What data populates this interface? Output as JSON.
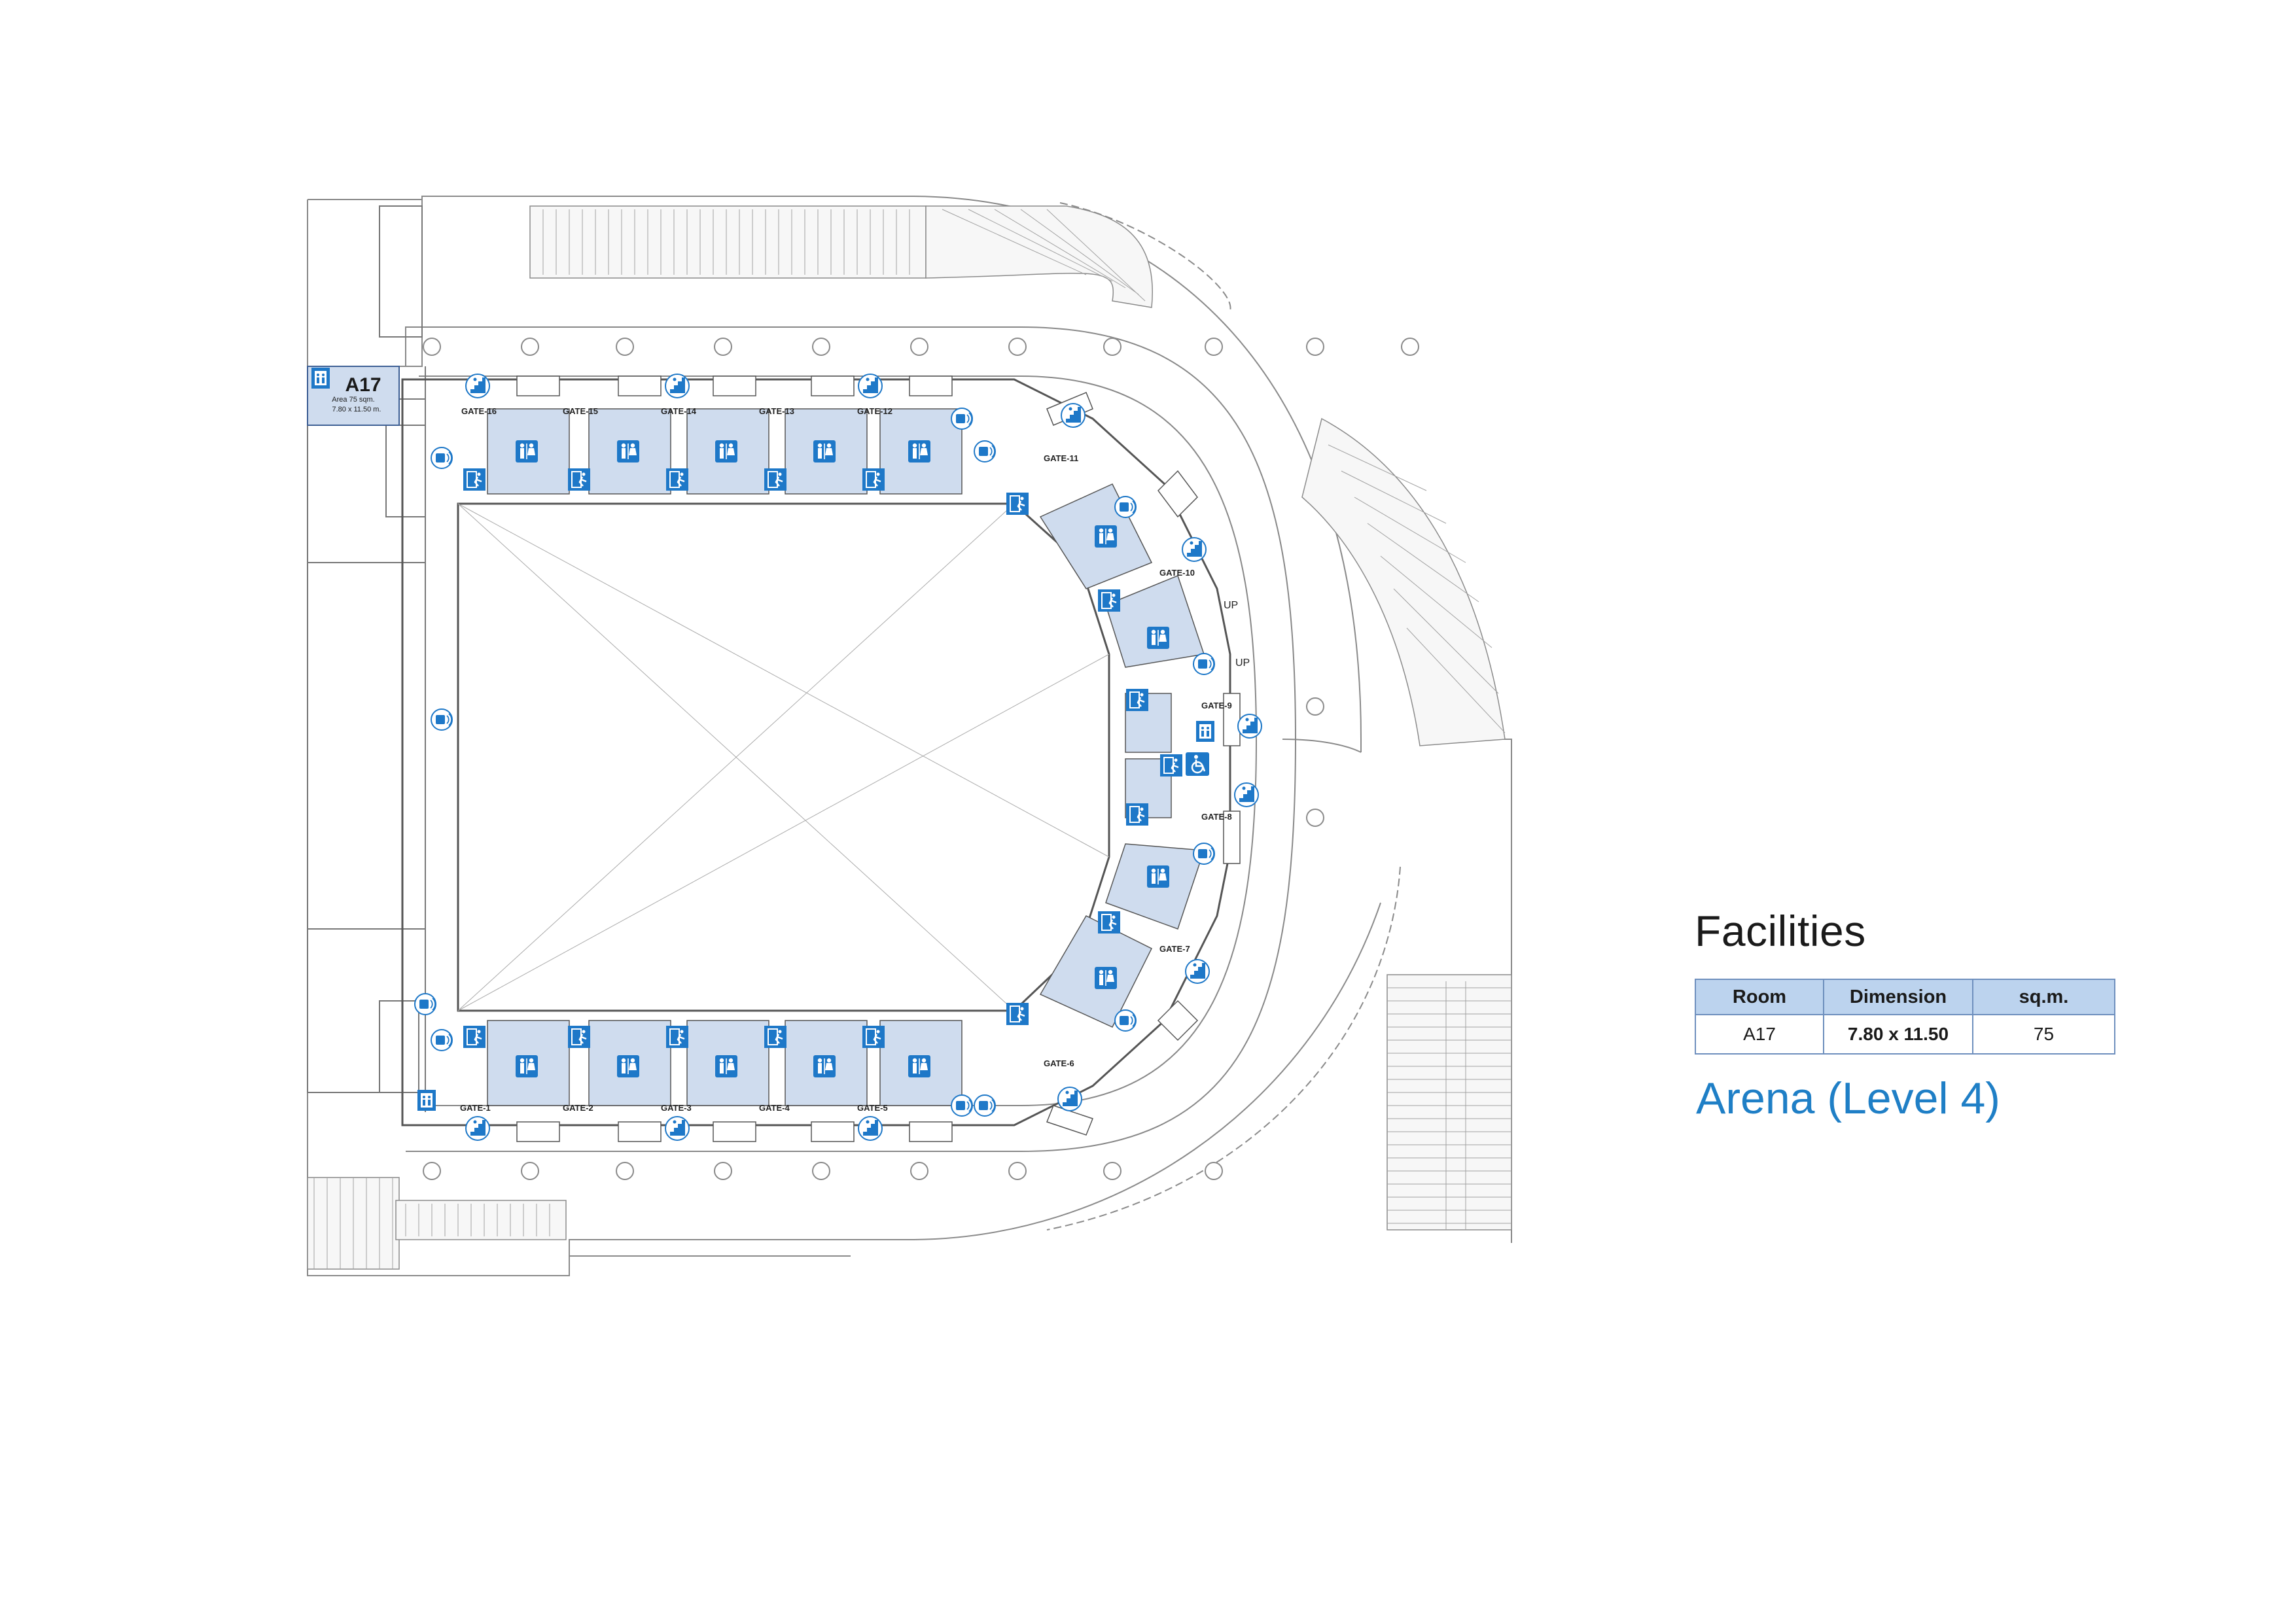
{
  "legend": {
    "title": "Facilities",
    "columns": [
      "Room",
      "Dimension",
      "sq.m."
    ],
    "rows": [
      {
        "room": "A17",
        "dimension": "7.80 x 11.50",
        "sqm": "75"
      }
    ]
  },
  "level_title": "Arena (Level 4)",
  "room_label": {
    "name": "A17",
    "area": "Area 75 sqm.",
    "dimension": "7.80 x 11.50 m."
  },
  "gates": [
    {
      "id": "gate-16",
      "label": "GATE-16"
    },
    {
      "id": "gate-15",
      "label": "GATE-15"
    },
    {
      "id": "gate-14",
      "label": "GATE-14"
    },
    {
      "id": "gate-13",
      "label": "GATE-13"
    },
    {
      "id": "gate-12",
      "label": "GATE-12"
    },
    {
      "id": "gate-11",
      "label": "GATE-11"
    },
    {
      "id": "gate-10",
      "label": "GATE-10"
    },
    {
      "id": "gate-9",
      "label": "GATE-9"
    },
    {
      "id": "gate-8",
      "label": "GATE-8"
    },
    {
      "id": "gate-7",
      "label": "GATE-7"
    },
    {
      "id": "gate-6",
      "label": "GATE-6"
    },
    {
      "id": "gate-5",
      "label": "GATE-5"
    },
    {
      "id": "gate-4",
      "label": "GATE-4"
    },
    {
      "id": "gate-3",
      "label": "GATE-3"
    },
    {
      "id": "gate-2",
      "label": "GATE-2"
    },
    {
      "id": "gate-1",
      "label": "GATE-1"
    }
  ],
  "up_labels": [
    "UP",
    "UP"
  ],
  "colors": {
    "accent": "#1f7fc6",
    "icon_blue": "#1e78c8",
    "room_fill": "#cfdcee",
    "header_fill": "#bcd3ee",
    "line": "#666666"
  },
  "icons": [
    "restroom-icon",
    "stairs-icon",
    "emergency-exit-icon",
    "wifi-icon",
    "wheelchair-icon",
    "elevator-icon"
  ]
}
